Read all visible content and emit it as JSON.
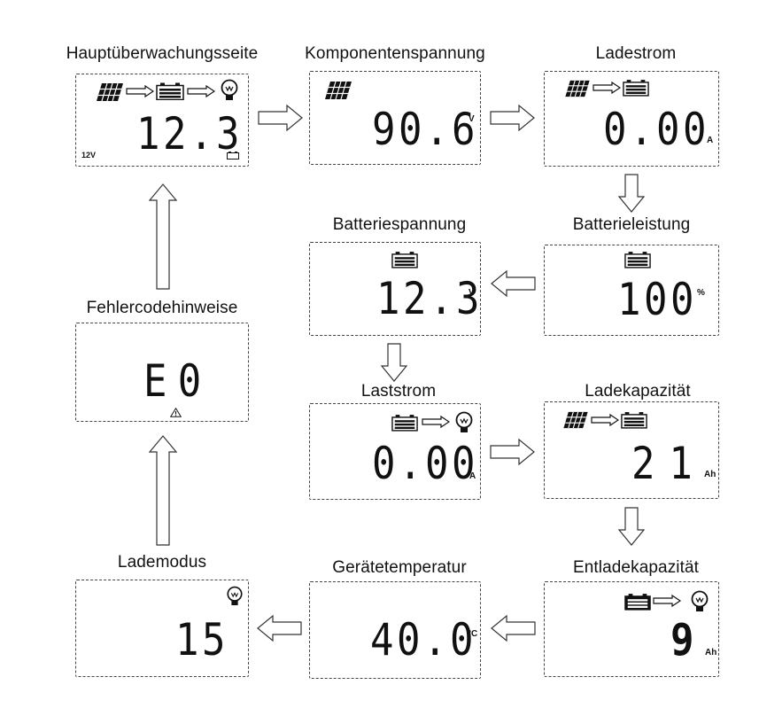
{
  "screens": {
    "main": {
      "title": "Hauptüberwachungsseite",
      "value": "12.3",
      "voltage_tag": "12V"
    },
    "component_voltage": {
      "title": "Komponentenspannung",
      "value": "90.6",
      "unit": "V"
    },
    "charge_current": {
      "title": "Ladestrom",
      "value": "0.00",
      "unit": "A"
    },
    "battery_power": {
      "title": "Batterieleistung",
      "value": "100",
      "unit": "%"
    },
    "battery_voltage": {
      "title": "Batteriespannung",
      "value": "12.3",
      "unit": "V"
    },
    "error_codes": {
      "title": "Fehlercodehinweise",
      "value": "E0"
    },
    "load_current": {
      "title": "Laststrom",
      "value": "0.00",
      "unit": "A"
    },
    "charge_capacity": {
      "title": "Ladekapazität",
      "value": "21",
      "unit": "Ah"
    },
    "discharge_capacity": {
      "title": "Entladekapazität",
      "value": "9",
      "unit": "Ah"
    },
    "device_temperature": {
      "title": "Gerätetemperatur",
      "value": "40.0",
      "unit": "°C"
    },
    "charge_mode": {
      "title": "Lademodus",
      "value": "15"
    }
  },
  "icons": [
    "moon-icon",
    "solar-panel-icon",
    "battery-icon",
    "bulb-icon",
    "warning-icon",
    "flow-arrow-icon"
  ]
}
